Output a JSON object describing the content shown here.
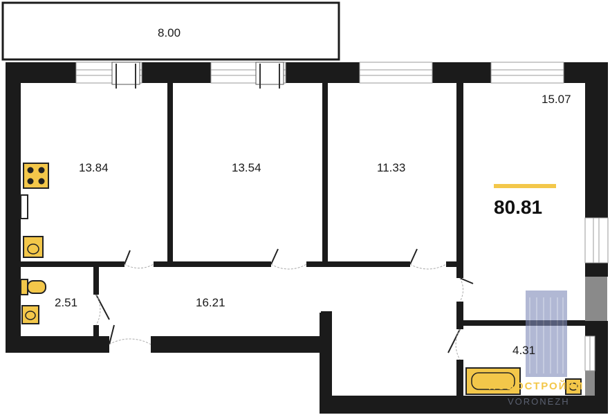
{
  "plan": {
    "balcony_area": "8.00",
    "rooms": {
      "kitchen": "13.84",
      "bedroom_middle": "13.54",
      "bedroom_right": "11.33",
      "living_room": "15.07",
      "toilet": "2.51",
      "hallway": "16.21",
      "bathroom": "4.31"
    },
    "total_area": "80.81",
    "accent_color": "#f3c74a",
    "wall_color": "#1b1b1b"
  },
  "watermark": {
    "title": "НОВОСТРОЙКИ",
    "subtitle": "VORONEZH",
    "icon": "building-icon"
  }
}
